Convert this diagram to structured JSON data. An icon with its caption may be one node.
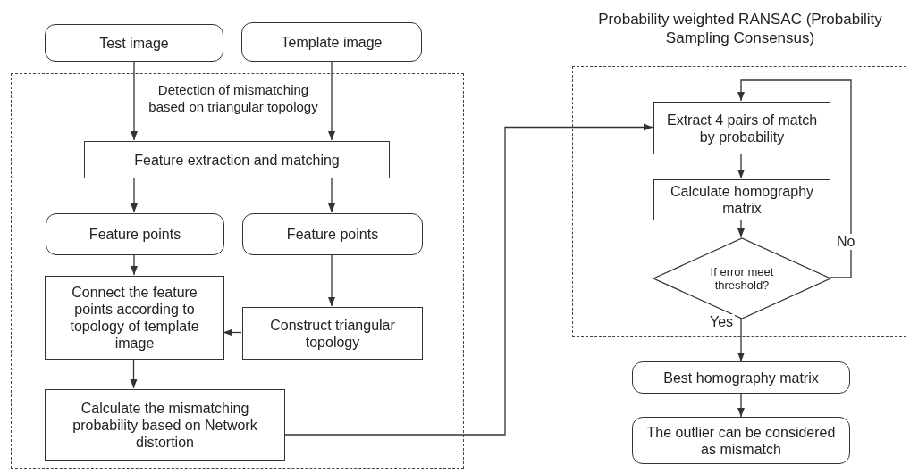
{
  "diagram": {
    "nodes": [
      {
        "text": [
          "Test image"
        ]
      },
      {
        "text": [
          "Template image"
        ]
      },
      {
        "text": [
          "Detection of mismatching based on triangular topology"
        ]
      },
      {
        "text": [
          "Feature extraction and matching"
        ],
        "in": 2
      },
      {
        "text": [
          "Feature points"
        ],
        "in": 2
      },
      {
        "text": [
          "Feature points"
        ],
        "in": 2
      },
      {
        "text": [
          "Connect the feature points according to topology of template image"
        ],
        "in": 2
      },
      {
        "text": [
          "Construct triangular topology"
        ],
        "in": 2
      },
      {
        "text": [
          "Calculate the mismatching probability based on Network distortion"
        ],
        "in": 2
      },
      {
        "text": [
          "Probability weighted RANSAC (Probability Sampling Consensus)"
        ]
      },
      {
        "text": [
          "Extract 4 pairs of match by probability"
        ],
        "in": 9
      },
      {
        "text": [
          "Calculate homography matrix"
        ],
        "in": 9
      },
      {
        "text": [
          "If error meet threshold?"
        ],
        "in": 9
      },
      {
        "text": [
          "Best homography matrix"
        ]
      },
      {
        "text": [
          "The outlier can be considered as mismatch"
        ]
      }
    ],
    "edges": [
      {
        "from": 0,
        "to": 3,
        "arrow": "to"
      },
      {
        "from": 1,
        "to": 3,
        "arrow": "to"
      },
      {
        "from": 3,
        "to": 4,
        "arrow": "to"
      },
      {
        "from": 3,
        "to": 5,
        "arrow": "to"
      },
      {
        "from": 4,
        "to": 6,
        "arrow": "to"
      },
      {
        "from": 5,
        "to": 7,
        "arrow": "to"
      },
      {
        "from": 7,
        "to": 6,
        "arrow": "to"
      },
      {
        "from": 6,
        "to": 8,
        "arrow": "to"
      },
      {
        "from": 8,
        "to": 10,
        "arrow": "to"
      },
      {
        "from": 10,
        "to": 11,
        "arrow": "to"
      },
      {
        "from": 11,
        "to": 12,
        "arrow": "to"
      },
      {
        "from": 12,
        "to": 10,
        "arrow": "to",
        "label": "No"
      },
      {
        "from": 12,
        "to": 13,
        "arrow": "to",
        "label": "Yes"
      },
      {
        "from": 13,
        "to": 14,
        "arrow": "to"
      }
    ]
  }
}
